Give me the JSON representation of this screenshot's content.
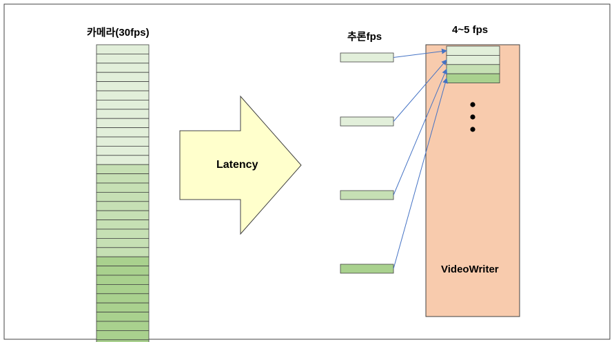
{
  "camera": {
    "title": "카메라(30fps)",
    "frame_shades": [
      "light",
      "light",
      "light",
      "light",
      "light",
      "light",
      "light",
      "light",
      "light",
      "light",
      "light",
      "light",
      "light",
      "mid",
      "mid",
      "mid",
      "mid",
      "mid",
      "mid",
      "mid",
      "mid",
      "mid",
      "mid",
      "dark",
      "dark",
      "dark",
      "dark",
      "dark",
      "dark",
      "dark",
      "dark",
      "dark",
      "dark"
    ]
  },
  "latency_arrow": {
    "label": "Latency"
  },
  "inference": {
    "title": "추론fps",
    "frame_shades": [
      "light",
      "light",
      "mid",
      "dark"
    ]
  },
  "writer": {
    "rate_label": "4~5 fps",
    "name": "VideoWriter",
    "buffer_shades": [
      "light",
      "light",
      "mid",
      "dark"
    ],
    "ellipsis_dots": 3
  },
  "colors": {
    "light": "#e2efda",
    "mid": "#c6e0b4",
    "dark": "#a9d18e",
    "arrow_fill": "#ffffcc",
    "writer_fill": "#f8cbad",
    "connector": "#4472c4",
    "border": "#404040"
  }
}
